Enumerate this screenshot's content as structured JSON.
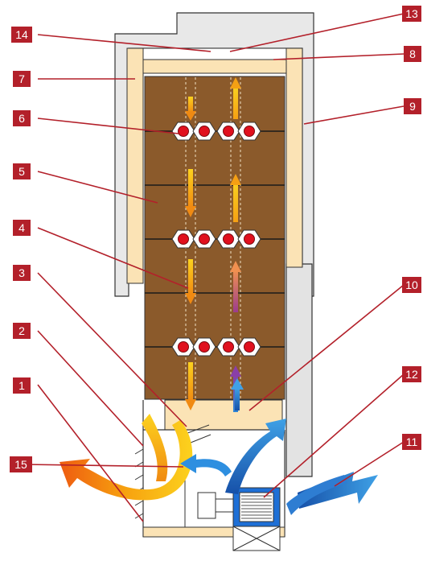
{
  "colors": {
    "badge": "#b3202a",
    "wood": "#8b5a2b",
    "insulation": "#fbe3b5",
    "cabinet_grey": "#e6e6e6",
    "heating_dot": "#e0101e",
    "arrow_hot": "#f2a10f",
    "arrow_cold": "#1f6fc4"
  },
  "callouts": [
    {
      "id": "callout-1",
      "label": "1"
    },
    {
      "id": "callout-2",
      "label": "2"
    },
    {
      "id": "callout-3",
      "label": "3"
    },
    {
      "id": "callout-4",
      "label": "4"
    },
    {
      "id": "callout-5",
      "label": "5"
    },
    {
      "id": "callout-6",
      "label": "6"
    },
    {
      "id": "callout-7",
      "label": "7"
    },
    {
      "id": "callout-8",
      "label": "8"
    },
    {
      "id": "callout-9",
      "label": "9"
    },
    {
      "id": "callout-10",
      "label": "10"
    },
    {
      "id": "callout-11",
      "label": "11"
    },
    {
      "id": "callout-12",
      "label": "12"
    },
    {
      "id": "callout-13",
      "label": "13"
    },
    {
      "id": "callout-14",
      "label": "14"
    },
    {
      "id": "callout-15",
      "label": "15"
    }
  ],
  "icons": [
    "hot-air-arrow-icon",
    "cold-air-arrow-icon",
    "fan-icon",
    "motor-icon",
    "heating-element-icon"
  ]
}
